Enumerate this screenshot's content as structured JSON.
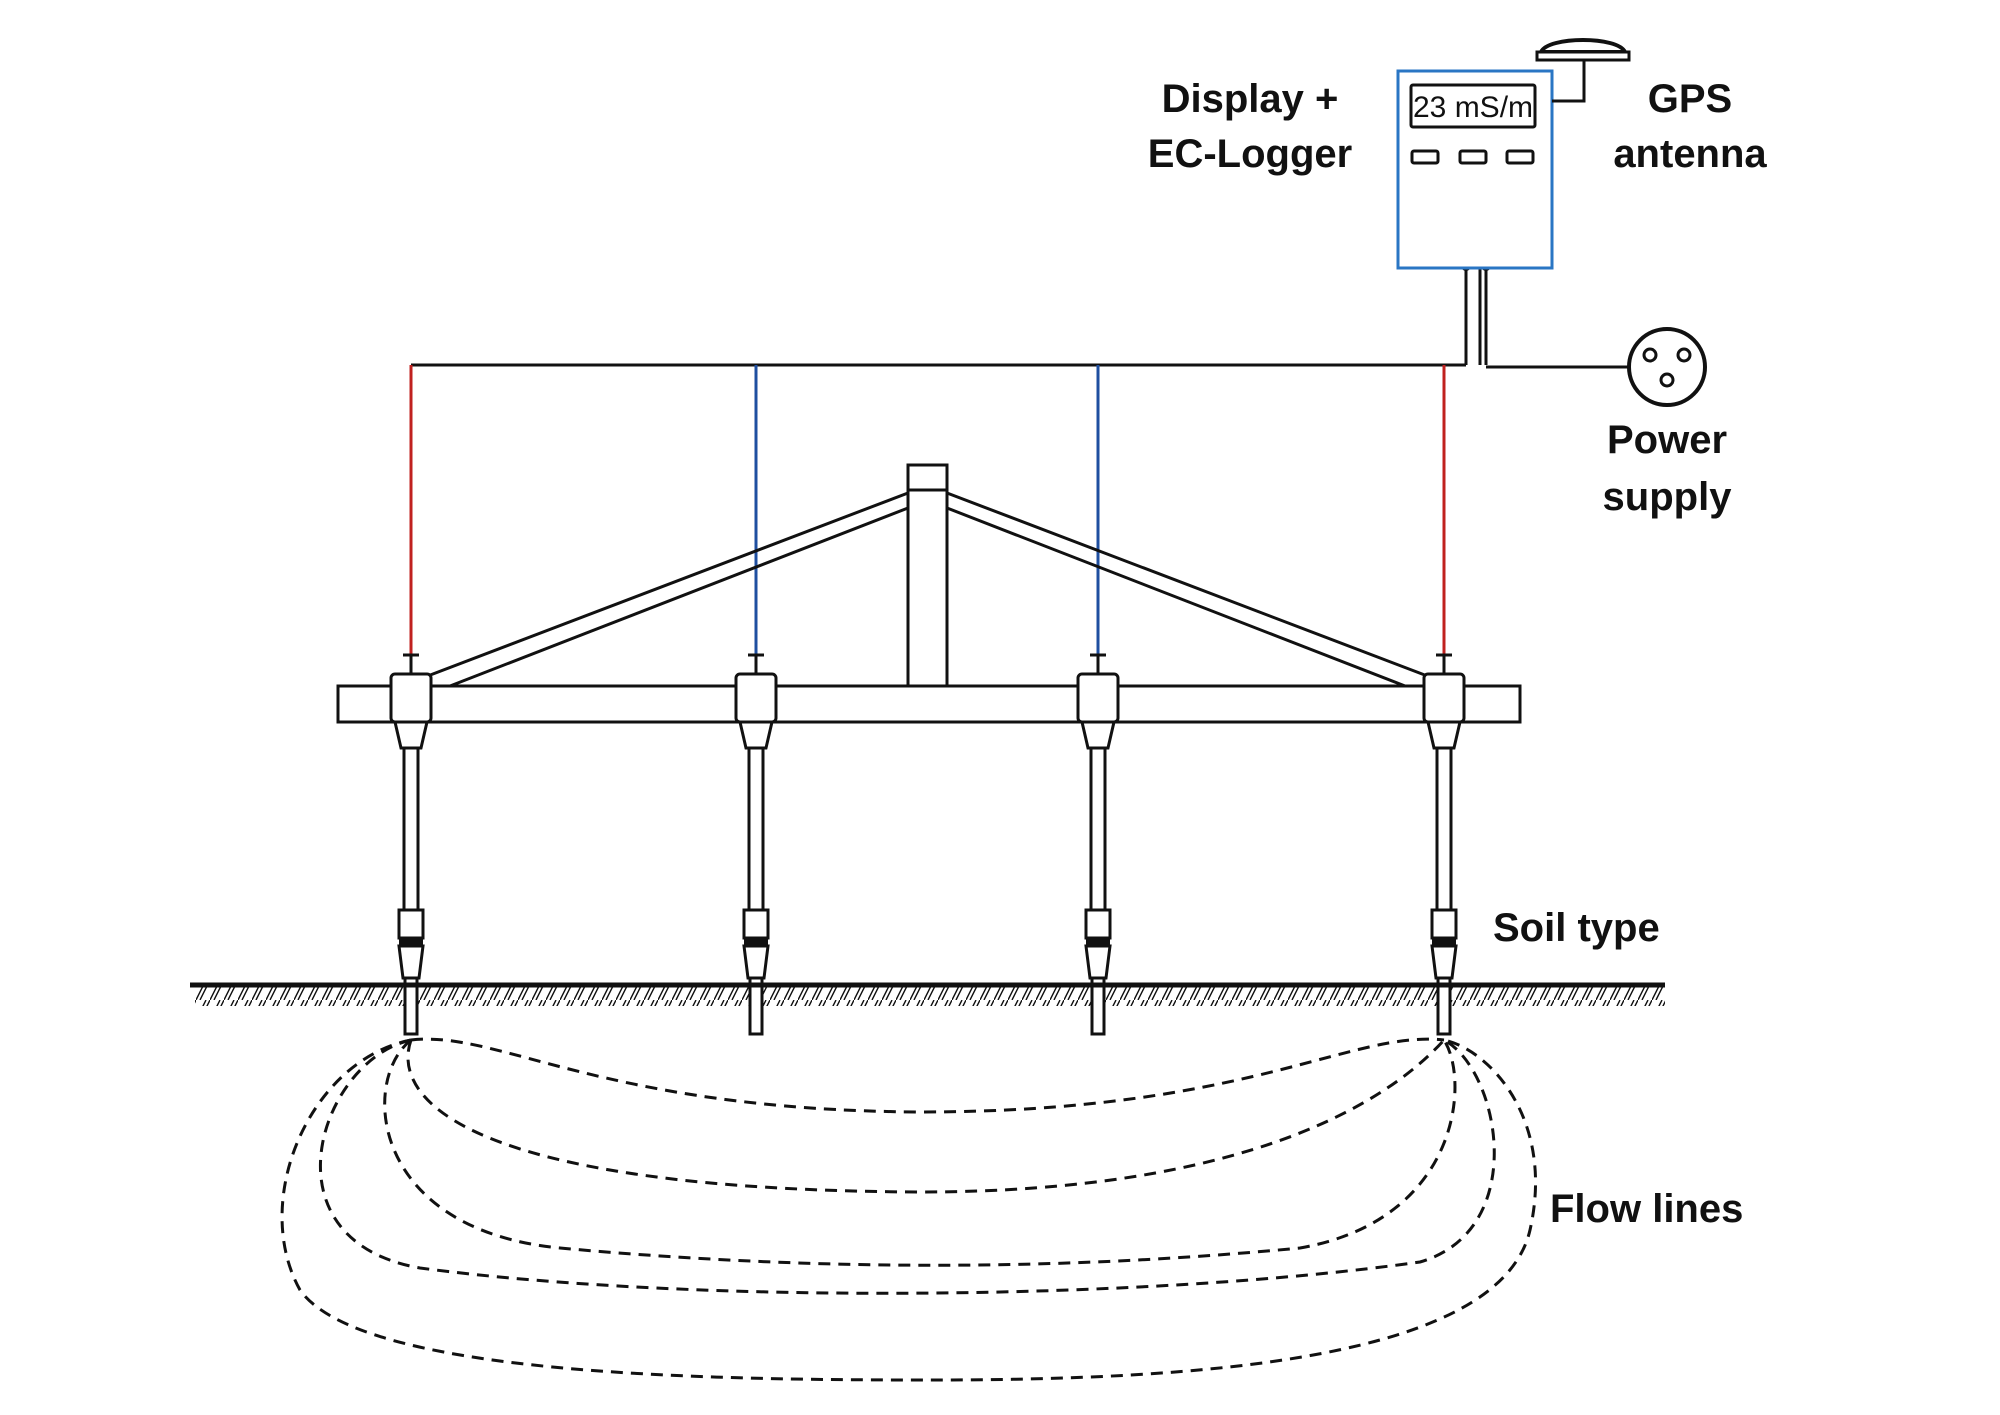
{
  "labels": {
    "display_line1": "Display +",
    "display_line2": "EC-Logger",
    "gps_line1": "GPS",
    "gps_line2": "antenna",
    "power_line1": "Power",
    "power_line2": "supply",
    "soil_type": "Soil type",
    "flow_lines": "Flow lines"
  },
  "display": {
    "reading": "23 mS/m"
  },
  "colors": {
    "outer_electrode_wire": "#c0211f",
    "inner_electrode_wire": "#1f4fa0",
    "logger_box": "#2a76c4",
    "line": "#111111"
  },
  "icons": {
    "gps": "gps-antenna-icon",
    "power": "power-socket-icon"
  }
}
